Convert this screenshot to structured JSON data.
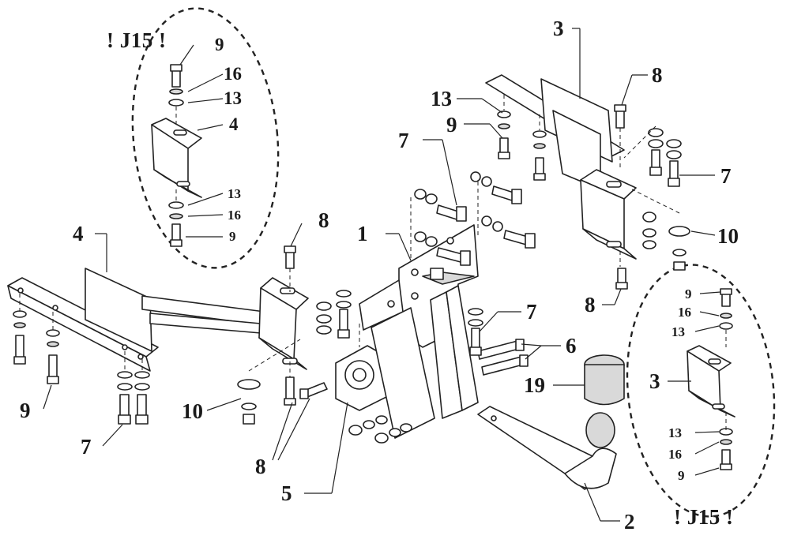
{
  "callouts": {
    "j15_left": "! J15 !",
    "j15_right": "! J15 !"
  },
  "labels": {
    "p1": "1",
    "p2": "2",
    "p3_top": "3",
    "p3_detail": "3",
    "p4_left": "4",
    "p4_detail": "4",
    "p5": "5",
    "p6": "6",
    "p7_a": "7",
    "p7_b": "7",
    "p7_c": "7",
    "p7_d": "7",
    "p8_a": "8",
    "p8_b": "8",
    "p8_c": "8",
    "p8_d": "8",
    "p9_a": "9",
    "p9_b": "9",
    "p9_c": "9",
    "p9_d": "9",
    "p9_e": "9",
    "p9_f": "9",
    "p10_a": "10",
    "p10_b": "10",
    "p13_a": "13",
    "p13_b": "13",
    "p13_c": "13",
    "p13_d": "13",
    "p13_e": "13",
    "p16_a": "16",
    "p16_b": "16",
    "p16_c": "16",
    "p16_d": "16",
    "p19": "19"
  }
}
